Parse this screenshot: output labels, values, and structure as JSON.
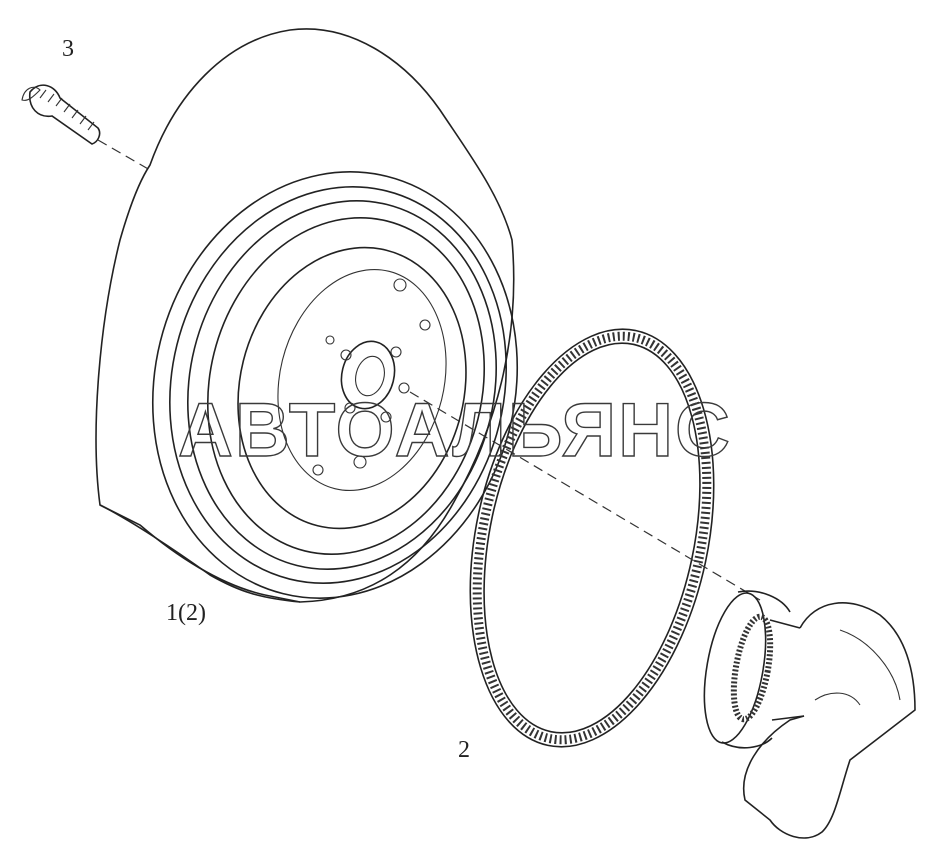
{
  "callouts": {
    "bolt": "3",
    "flywheel": "1(2)",
    "ring_gear": "2"
  },
  "watermark": "АВТОАЛЬЯНС"
}
